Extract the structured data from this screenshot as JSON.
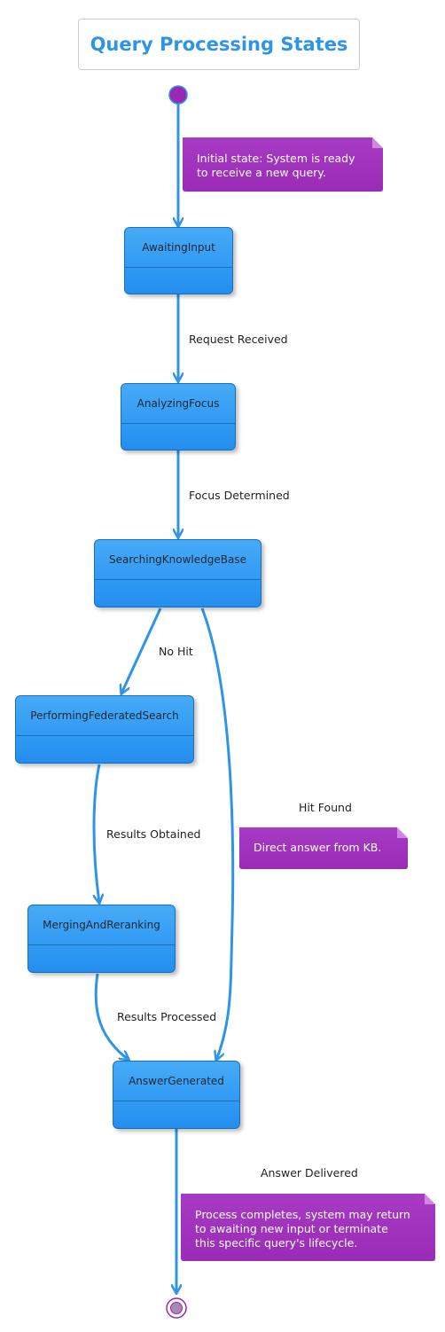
{
  "title": "Query Processing States",
  "states": {
    "awaiting_input": "AwaitingInput",
    "analyzing_focus": "AnalyzingFocus",
    "searching_kb": "SearchingKnowledgeBase",
    "federated_search": "PerformingFederatedSearch",
    "merging": "MergingAndReranking",
    "answer_generated": "AnswerGenerated"
  },
  "transitions": {
    "request_received": "Request Received",
    "focus_determined": "Focus Determined",
    "no_hit": "No Hit",
    "hit_found": "Hit Found",
    "results_obtained": "Results Obtained",
    "results_processed": "Results Processed",
    "answer_delivered": "Answer Delivered"
  },
  "notes": {
    "initial": "Initial state: System is ready\nto receive a new query.",
    "hit": "Direct answer from KB.",
    "final": "Process completes, system may return\nto awaiting new input or terminate\nthis specific query's lifecycle."
  },
  "colors": {
    "accent": "#2e95e6",
    "state_fill": "#2a93f0",
    "note_fill": "#a033bc",
    "start_fill": "#9c27b0"
  }
}
